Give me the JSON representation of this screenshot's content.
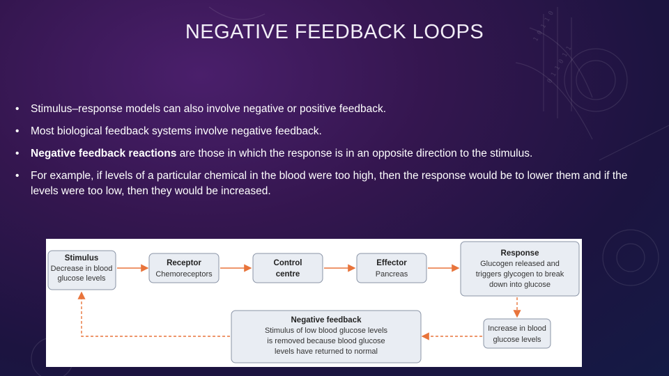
{
  "slide": {
    "title": "NEGATIVE FEEDBACK LOOPS",
    "bullets": [
      {
        "prefix": "",
        "bold": "",
        "text": "Stimulus–response models can also involve negative or positive feedback."
      },
      {
        "prefix": "",
        "bold": "",
        "text": "Most biological feedback systems involve negative feedback."
      },
      {
        "prefix": "",
        "bold": "Negative feedback reactions",
        "text": " are those in which the response is in an opposite direction to the stimulus."
      },
      {
        "prefix": "",
        "bold": "",
        "text": "For example, if levels of a particular chemical in the blood were too high, then the response would be to lower them and if the levels were too low, then they would be increased."
      }
    ]
  },
  "diagram": {
    "stimulus": {
      "title": "Stimulus",
      "lines": [
        "Decrease in blood",
        "glucose levels"
      ]
    },
    "receptor": {
      "title": "Receptor",
      "lines": [
        "Chemoreceptors"
      ]
    },
    "control": {
      "title": "Control",
      "lines": [
        "centre"
      ]
    },
    "effector": {
      "title": "Effector",
      "lines": [
        "Pancreas"
      ]
    },
    "response": {
      "title": "Response",
      "lines": [
        "Glucogen released and",
        "triggers glycogen to break",
        "down into glucose"
      ]
    },
    "negative": {
      "title": "Negative feedback",
      "lines": [
        "Stimulus of low blood glucose levels",
        "is removed because blood glucose",
        "levels have returned to normal"
      ]
    },
    "increase": {
      "title": "",
      "lines": [
        "Increase in blood",
        "glucose levels"
      ]
    }
  },
  "colors": {
    "accent": "#e8743b",
    "box_fill": "#e9edf3",
    "box_stroke": "#8a94a6"
  }
}
